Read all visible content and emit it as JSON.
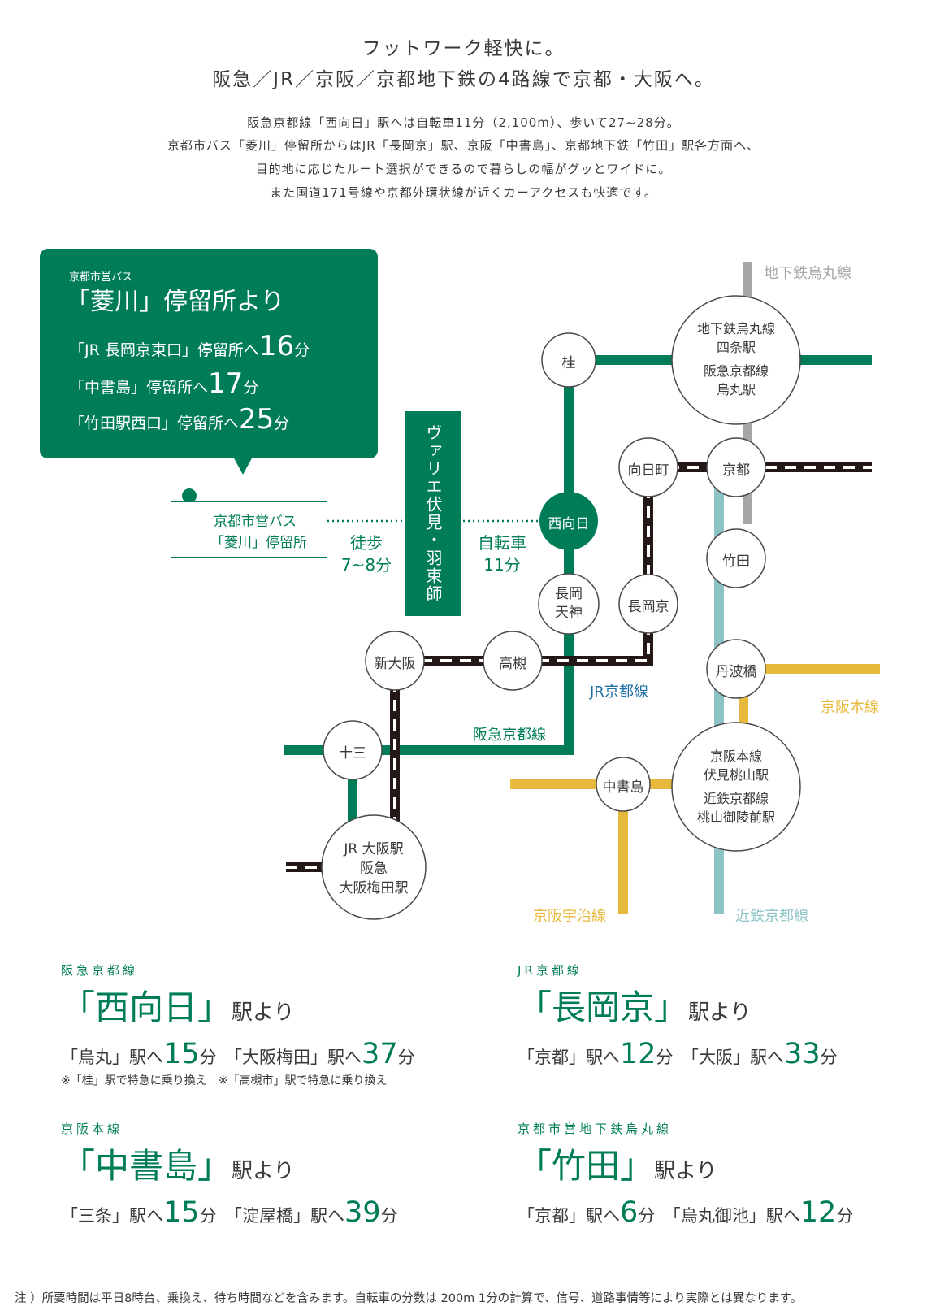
{
  "header": {
    "line1": "フットワーク軽快に。",
    "line2": "阪急／JR／京阪／京都地下鉄の4路線で京都・大阪へ。"
  },
  "intro": [
    "阪急京都線「西向日」駅へは自転車11分（2,100m）、歩いて27~28分。",
    "京都市バス「菱川」停留所からはJR「長岡京」駅、京阪「中書島」、京都地下鉄「竹田」駅各方面へ、",
    "目的地に応じたルート選択ができるので暮らしの幅がグッとワイドに。",
    "また国道171号線や京都外環状線が近くカーアクセスも快適です。"
  ],
  "bubble": {
    "sub": "京都市営バス",
    "title": "「菱川」停留所より",
    "rows": [
      {
        "pre": "「JR 長岡京東口」停留所へ",
        "num": "16",
        "unit": "分"
      },
      {
        "pre": "「中書島」停留所へ",
        "num": "17",
        "unit": "分"
      },
      {
        "pre": "「竹田駅西口」停留所へ",
        "num": "25",
        "unit": "分"
      }
    ]
  },
  "stop": {
    "line1": "京都市営バス",
    "line2": "「菱川」停留所"
  },
  "walk": {
    "label": "徒歩",
    "time": "7~8分"
  },
  "bike": {
    "label": "自転車",
    "time": "11分"
  },
  "property": "ヴァリエ伏見・羽束師",
  "stations": {
    "katsura": "桂",
    "shijo": [
      "地下鉄烏丸線",
      "四条駅",
      "阪急京都線",
      "烏丸駅"
    ],
    "mukomachi": "向日町",
    "kyoto": "京都",
    "nishimuko": "西向日",
    "takeda": "竹田",
    "nagaoka_tenjin": [
      "長岡",
      "天神"
    ],
    "nagaokakyo": "長岡京",
    "shinosaka": "新大阪",
    "takatsuki": "高槻",
    "tambabashi": "丹波橋",
    "juso": "十三",
    "momoyama": [
      "京阪本線",
      "伏見桃山駅",
      "近鉄京都線",
      "桃山御陵前駅"
    ],
    "chushojima": "中書島",
    "osaka": [
      "JR 大阪駅",
      "阪急",
      "大阪梅田駅"
    ]
  },
  "line_labels": {
    "karasuma": "地下鉄烏丸線",
    "jr": "JR京都線",
    "hankyu": "阪急京都線",
    "keihan": "京阪本線",
    "uji": "京阪宇治線",
    "kintetsu": "近鉄京都線"
  },
  "colors": {
    "hankyu": "#007d58",
    "karasuma": "#a6a6a6",
    "kintetsu": "#8cc3c5",
    "keihan": "#e6b93d",
    "jr": "#231815",
    "jr_label": "#1e6fa6",
    "text": "#3a3a3a"
  },
  "sections": [
    {
      "sub": "阪急京都線",
      "name": "「西向日」",
      "suffix": "駅より",
      "dests": [
        {
          "pre": "「烏丸」駅へ",
          "num": "15",
          "unit": "分",
          "note": "※「桂」駅で特急に乗り換え"
        },
        {
          "pre": "「大阪梅田」駅へ",
          "num": "37",
          "unit": "分",
          "note": "※「高槻市」駅で特急に乗り換え"
        }
      ]
    },
    {
      "sub": "JR京都線",
      "name": "「長岡京」",
      "suffix": "駅より",
      "dests": [
        {
          "pre": "「京都」駅へ",
          "num": "12",
          "unit": "分"
        },
        {
          "pre": "「大阪」駅へ",
          "num": "33",
          "unit": "分"
        }
      ]
    },
    {
      "sub": "京阪本線",
      "name": "「中書島」",
      "suffix": "駅より",
      "dests": [
        {
          "pre": "「三条」駅へ",
          "num": "15",
          "unit": "分"
        },
        {
          "pre": "「淀屋橋」駅へ",
          "num": "39",
          "unit": "分"
        }
      ]
    },
    {
      "sub": "京都市営地下鉄烏丸線",
      "name": "「竹田」",
      "suffix": "駅より",
      "dests": [
        {
          "pre": "「京都」駅へ",
          "num": "6",
          "unit": "分"
        },
        {
          "pre": "「烏丸御池」駅へ",
          "num": "12",
          "unit": "分"
        }
      ]
    }
  ],
  "footnote": "注 ）所要時間は平日8時台、乗換え、待ち時間などを含みます。自転車の分数は 200m 1分の計算で、信号、道路事情等により実際とは異なります。"
}
